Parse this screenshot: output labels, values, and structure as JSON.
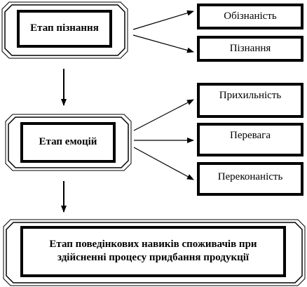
{
  "colors": {
    "stroke": "#000000",
    "background": "#ffffff"
  },
  "stages": [
    {
      "label": "Етап пізнання"
    },
    {
      "label": "Етап емоцій"
    }
  ],
  "cognition_items": [
    {
      "label": "Обізнаність"
    },
    {
      "label": "Пізнання"
    }
  ],
  "emotion_items": [
    {
      "label": "Прихильність"
    },
    {
      "label": "Перевага"
    },
    {
      "label": "Переконаність"
    }
  ],
  "final_stage": {
    "label": "Етап поведінкових навиків споживачів при здійсненні процесу придбання продукції"
  }
}
